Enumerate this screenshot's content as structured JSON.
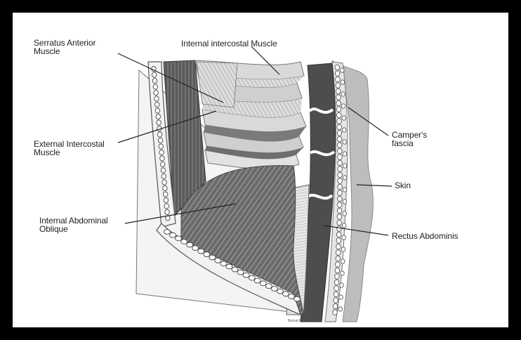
{
  "labels": {
    "serratus_anterior": [
      "Serratus Anterior",
      "Muscle"
    ],
    "internal_intercostal": [
      "Internal intercostal Muscle"
    ],
    "external_intercostal": [
      "External Intercostal",
      "Muscle"
    ],
    "internal_abdominal_oblique": [
      "Internal Abdominal",
      "Oblique"
    ],
    "campers_fascia": [
      "Camper's",
      "fascia"
    ],
    "skin": [
      "Skin"
    ],
    "rectus_abdominis": [
      "Rectus Abdominis"
    ]
  },
  "credit": "Bernat Romero",
  "colors": {
    "background": "#000000",
    "panel": "#ffffff",
    "muscle_dark": "#555555",
    "muscle_mid": "#777777",
    "skin": "#bcbcbc",
    "rib": "#d8d8d8"
  }
}
